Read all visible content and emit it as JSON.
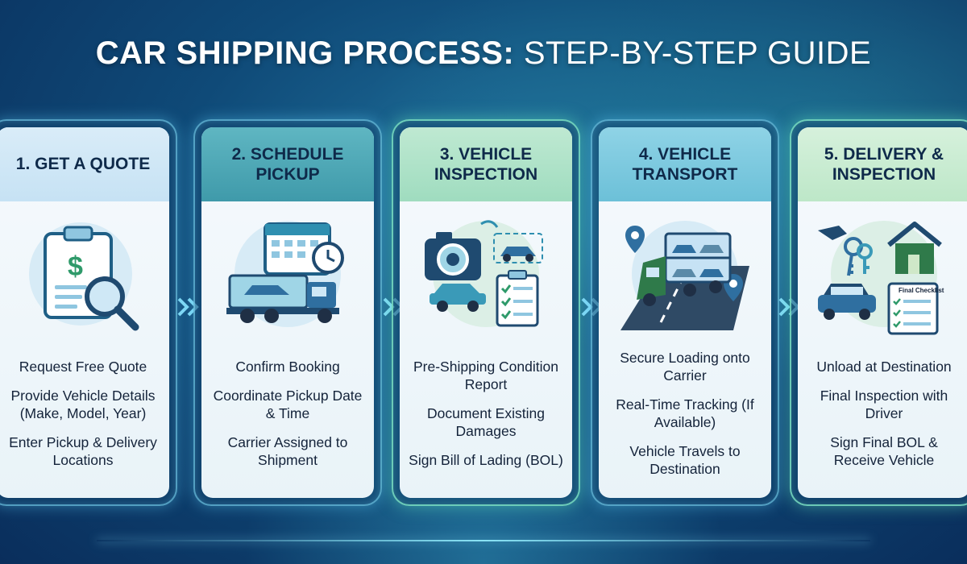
{
  "title": {
    "bold": "CAR SHIPPING PROCESS:",
    "light": "STEP-BY-STEP GUIDE"
  },
  "steps": [
    {
      "heading": "1. GET A QUOTE",
      "icon": "clipboard-quote-icon",
      "items": [
        "Request Free Quote",
        "Provide Vehicle Details (Make, Model, Year)",
        "Enter Pickup & Delivery Locations"
      ]
    },
    {
      "heading": "2. SCHEDULE PICKUP",
      "icon": "calendar-tow-truck-icon",
      "items": [
        "Confirm Booking",
        "Coordinate Pickup Date & Time",
        "Carrier Assigned to Shipment"
      ]
    },
    {
      "heading": "3. VEHICLE INSPECTION",
      "icon": "camera-checklist-icon",
      "items": [
        "Pre-Shipping Condition Report",
        "Document Existing Damages",
        "Sign Bill of Lading (BOL)"
      ]
    },
    {
      "heading": "4. VEHICLE TRANSPORT",
      "icon": "car-carrier-truck-icon",
      "items": [
        "Secure Loading onto Carrier",
        "Real-Time Tracking (If Available)",
        "Vehicle Travels to Destination"
      ]
    },
    {
      "heading": "5. DELIVERY & INSPECTION",
      "icon": "keys-house-checklist-icon",
      "checklist_label": "Final Checklist",
      "items": [
        "Unload at Destination",
        "Final Inspection with Driver",
        "Sign Final BOL & Receive Vehicle"
      ]
    }
  ],
  "colors": {
    "background": "#0f4a78",
    "card_border": "#78d2f0",
    "text_dark": "#0f2a4a",
    "icon_teal": "#2f8fb0",
    "icon_green": "#2f7a4a",
    "arrow": "#7fd8f5"
  }
}
